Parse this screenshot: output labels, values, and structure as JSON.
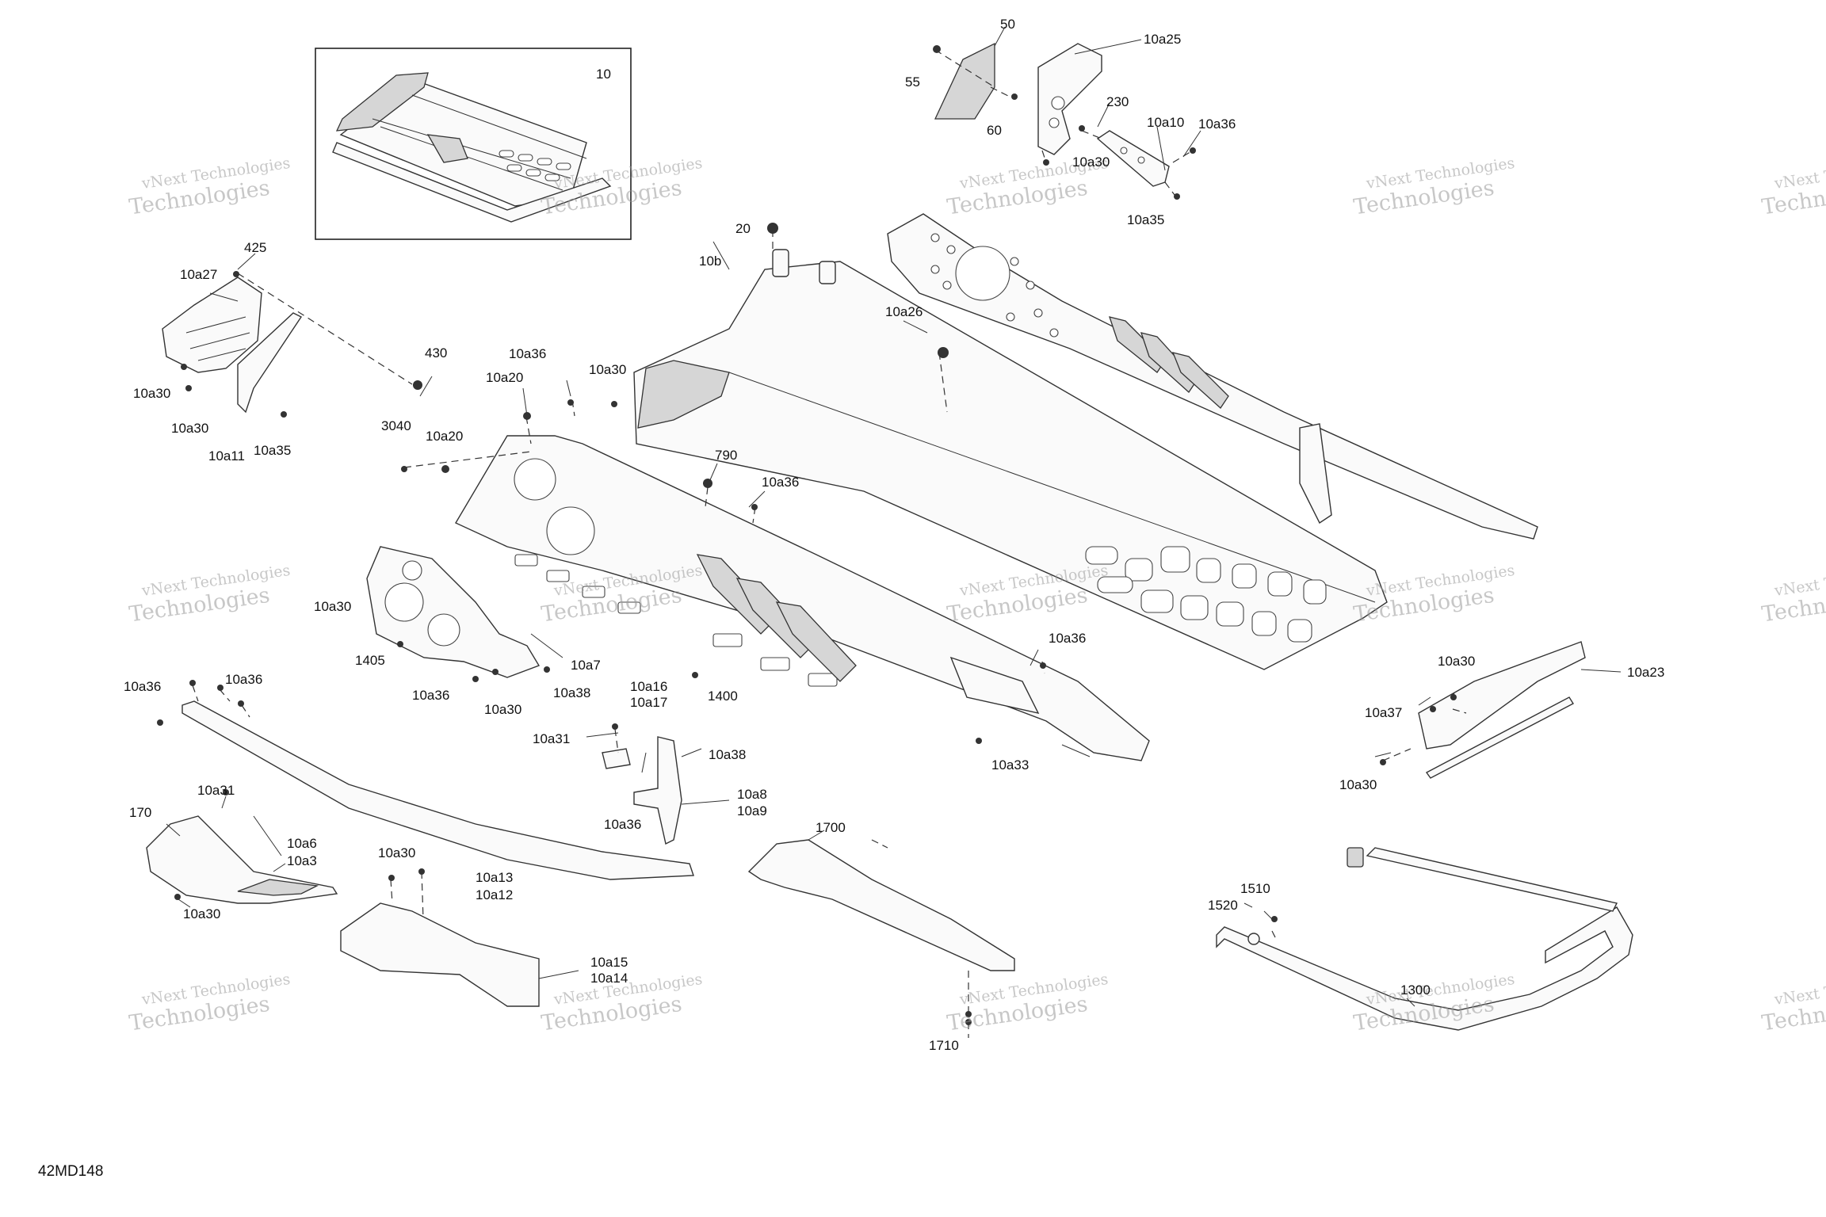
{
  "diagram_code": "42MD148",
  "inset_label": "10",
  "watermark": {
    "line1": "vNext Technologies",
    "line2": "Technologies"
  },
  "labels": {
    "l50": "50",
    "l10a25": "10a25",
    "l55": "55",
    "l60": "60",
    "l230": "230",
    "l10a10": "10a10",
    "l10a36_tr": "10a36",
    "l10a30_tr": "10a30",
    "l10a35_tr": "10a35",
    "l20": "20",
    "l10b": "10b",
    "l10a26": "10a26",
    "l425": "425",
    "l10a27": "10a27",
    "l10a30_lA": "10a30",
    "l10a30_lB": "10a30",
    "l10a11": "10a11",
    "l10a35_l": "10a35",
    "l430": "430",
    "l10a36_a": "10a36",
    "l10a20_a": "10a20",
    "l10a30_b": "10a30",
    "l3040": "3040",
    "l10a20_b": "10a20",
    "l790": "790",
    "l10a36_b": "10a36",
    "l10a30_c": "10a30",
    "l1405": "1405",
    "l10a36_c": "10a36",
    "l10a30_d": "10a30",
    "l10a7": "10a7",
    "l10a38_a": "10a38",
    "l1400": "1400",
    "l10a36_d": "10a36",
    "l10a36_e": "10a36",
    "l10a36_f": "10a36",
    "l10a31_a": "10a31",
    "l10a16": "10a16",
    "l10a17": "10a17",
    "l10a38_b": "10a38",
    "l10a8": "10a8",
    "l10a9": "10a9",
    "l10a36_g": "10a36",
    "l10a13": "10a13",
    "l10a12": "10a12",
    "l10a33": "10a33",
    "l170": "170",
    "l10a31_b": "10a31",
    "l10a6": "10a6",
    "l10a3": "10a3",
    "l10a30_e": "10a30",
    "l10a30_f": "10a30",
    "l10a15": "10a15",
    "l10a14": "10a14",
    "l1700": "1700",
    "l1710": "1710",
    "l10a30_g": "10a30",
    "l10a23": "10a23",
    "l10a37": "10a37",
    "l10a30_h": "10a30",
    "l1510": "1510",
    "l1520": "1520",
    "l1300": "1300"
  }
}
